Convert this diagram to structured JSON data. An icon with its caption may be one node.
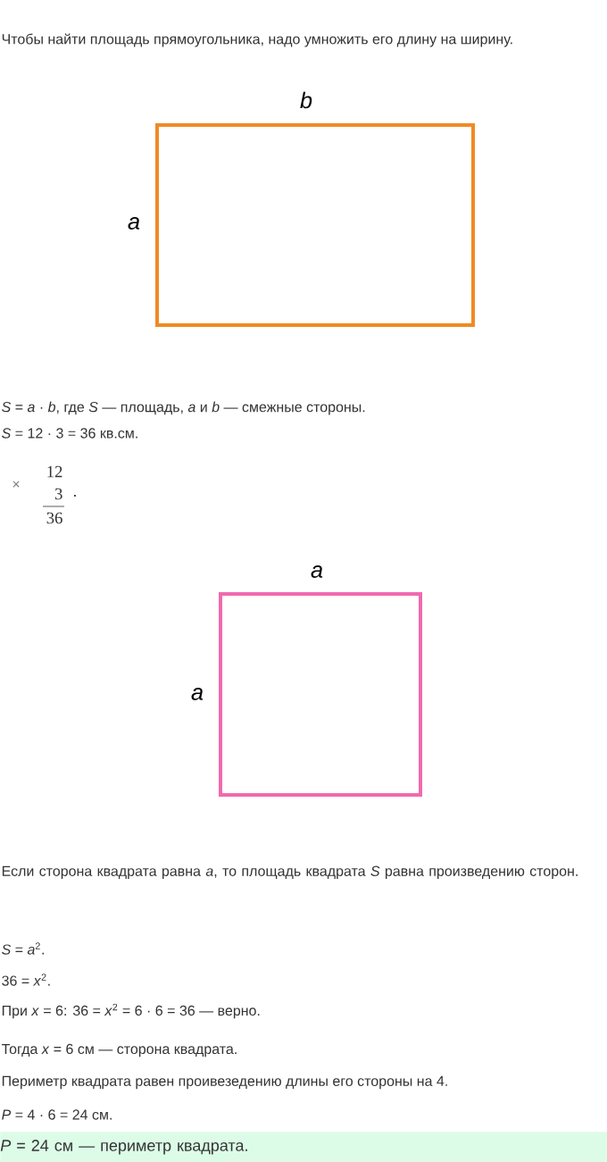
{
  "diagram": {
    "nodes": [
      {
        "text": [],
        "shape": "box",
        "beside": [
          "b",
          "a"
        ]
      },
      {
        "text": [],
        "shape": "box",
        "beside": [
          "a",
          "a"
        ]
      },
      {
        "text": [
          "*P* = 24 см — периметр квадрата."
        ]
      }
    ],
    "labels": [
      "Чтобы найти площадь прямоугольника, надо умножить его длину на ширину.",
      "*S* = *a* · *b*, где *S* — площадь, *a* и *b* — смежные стороны.",
      "*S* = 12 · 3 = 36 кв.см.",
      "12",
      "×",
      "3",
      ".",
      "36",
      "Если сторона квадрата равна *a*, то площадь квадрата *S* равна произведению сторон.",
      "*S* = *a*$^{2}$.",
      "36 = *x*$^{2}$.",
      "При *x* = 6: 36 = *x*$^{2}$ = 6 · 6 = 36 — верно.",
      "Тогда *x* = 6 см — сторона квадрата.",
      "Периметр квадрата равен проивезедению длины его стороны на 4.",
      "*P* = 4 · 6 = 24 см."
    ]
  }
}
